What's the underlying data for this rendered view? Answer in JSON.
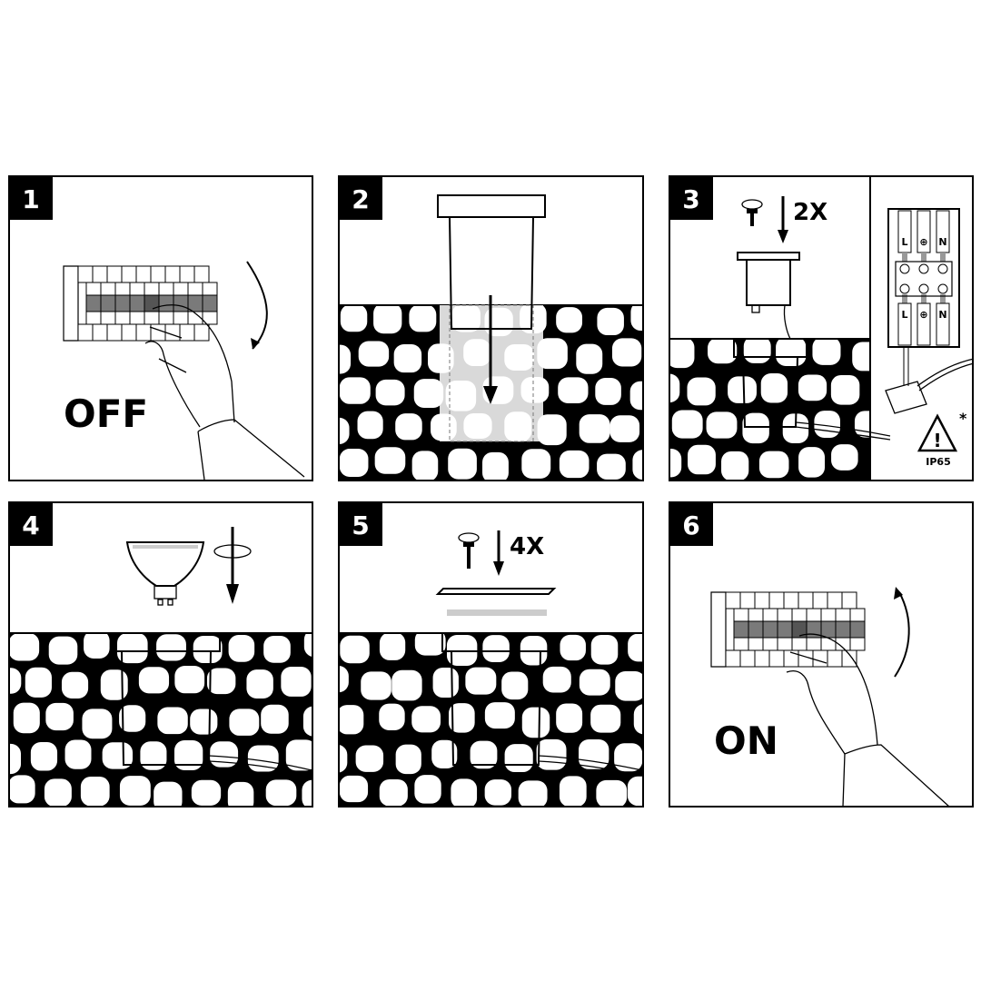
{
  "steps": [
    {
      "number": "1",
      "caption": "OFF"
    },
    {
      "number": "2"
    },
    {
      "number": "3",
      "multiplier": "2X",
      "terminals": [
        "L",
        "⊕",
        "N"
      ],
      "rating": "IP65",
      "warning_mark": "!",
      "footnote_mark": "*"
    },
    {
      "number": "4"
    },
    {
      "number": "5",
      "multiplier": "4X"
    },
    {
      "number": "6",
      "caption": "ON"
    }
  ],
  "colors": {
    "ink": "#000000",
    "breaker_dark": "#7a7a7a",
    "sleeve": "#a8a8a8",
    "lens": "#cccccc"
  }
}
